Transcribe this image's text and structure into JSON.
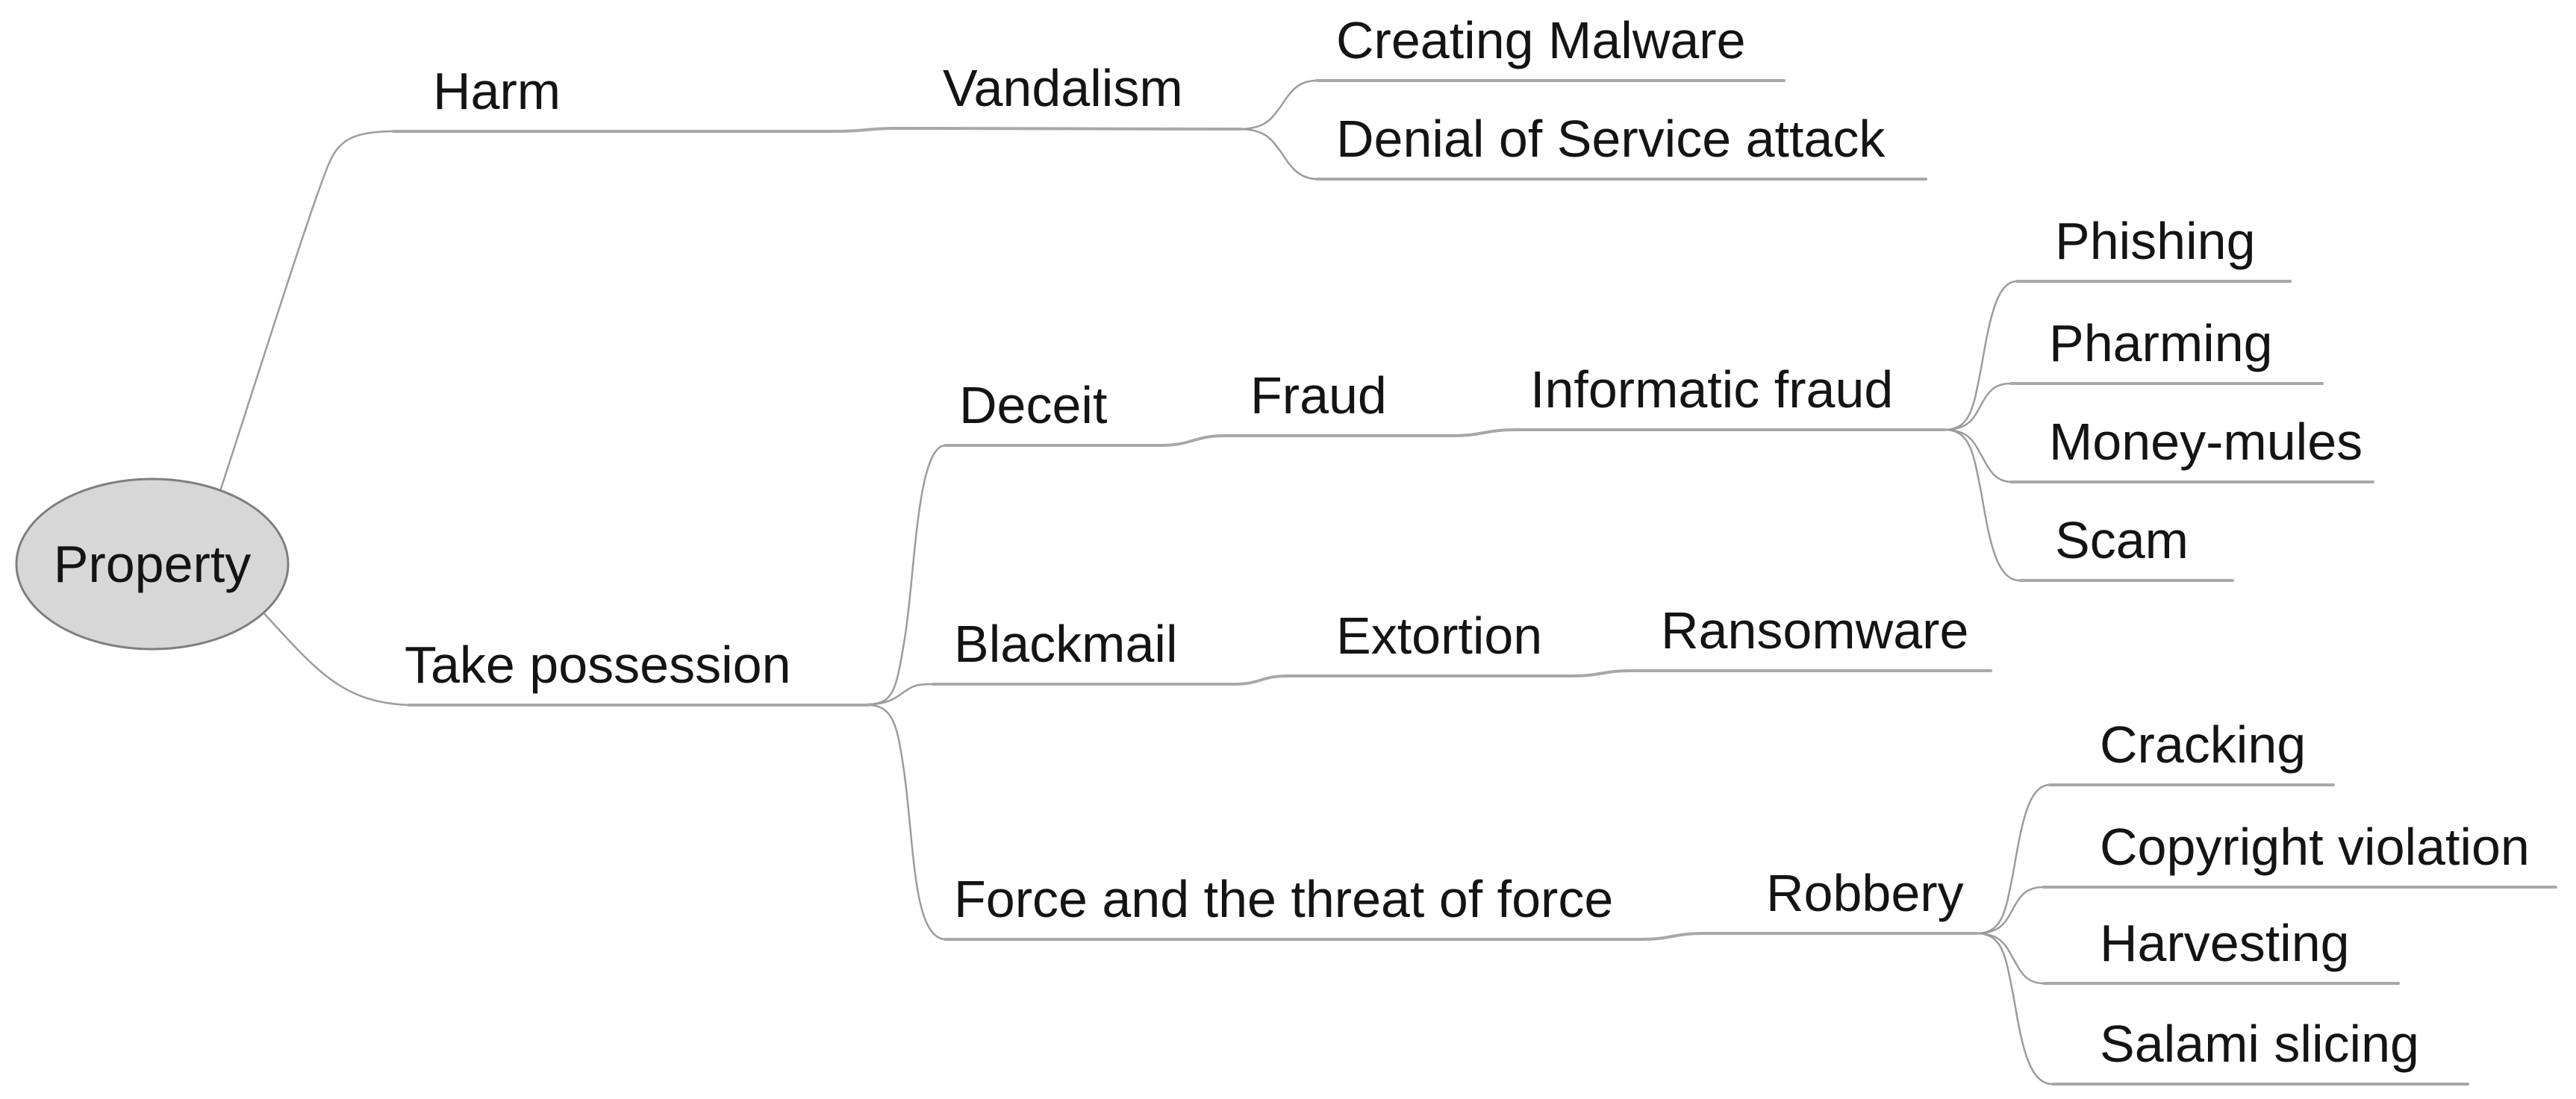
{
  "diagram_type": "mindmap",
  "mindmap": {
    "root": {
      "label": "Property",
      "children": [
        {
          "label": "Harm",
          "children": [
            {
              "label": "Vandalism",
              "children": [
                {
                  "label": "Creating Malware"
                },
                {
                  "label": "Denial of Service attack"
                }
              ]
            }
          ]
        },
        {
          "label": "Take possession",
          "children": [
            {
              "label": "Deceit",
              "children": [
                {
                  "label": "Fraud",
                  "children": [
                    {
                      "label": "Informatic fraud",
                      "children": [
                        {
                          "label": "Phishing"
                        },
                        {
                          "label": "Pharming"
                        },
                        {
                          "label": "Money-mules"
                        },
                        {
                          "label": "Scam"
                        }
                      ]
                    }
                  ]
                }
              ]
            },
            {
              "label": "Blackmail",
              "children": [
                {
                  "label": "Extortion",
                  "children": [
                    {
                      "label": "Ransomware"
                    }
                  ]
                }
              ]
            },
            {
              "label": "Force and the threat of force",
              "children": [
                {
                  "label": "Robbery",
                  "children": [
                    {
                      "label": "Cracking"
                    },
                    {
                      "label": "Copyright violation"
                    },
                    {
                      "label": "Harvesting"
                    },
                    {
                      "label": "Salami slicing"
                    }
                  ]
                }
              ]
            }
          ]
        }
      ]
    }
  },
  "colors": {
    "background": "#ffffff",
    "root_fill": "#d7d7d7",
    "root_stroke": "#7f7f7f",
    "edge": "#9c9c9c",
    "edge_thick": "#a8a8a8",
    "text": "#141414"
  }
}
